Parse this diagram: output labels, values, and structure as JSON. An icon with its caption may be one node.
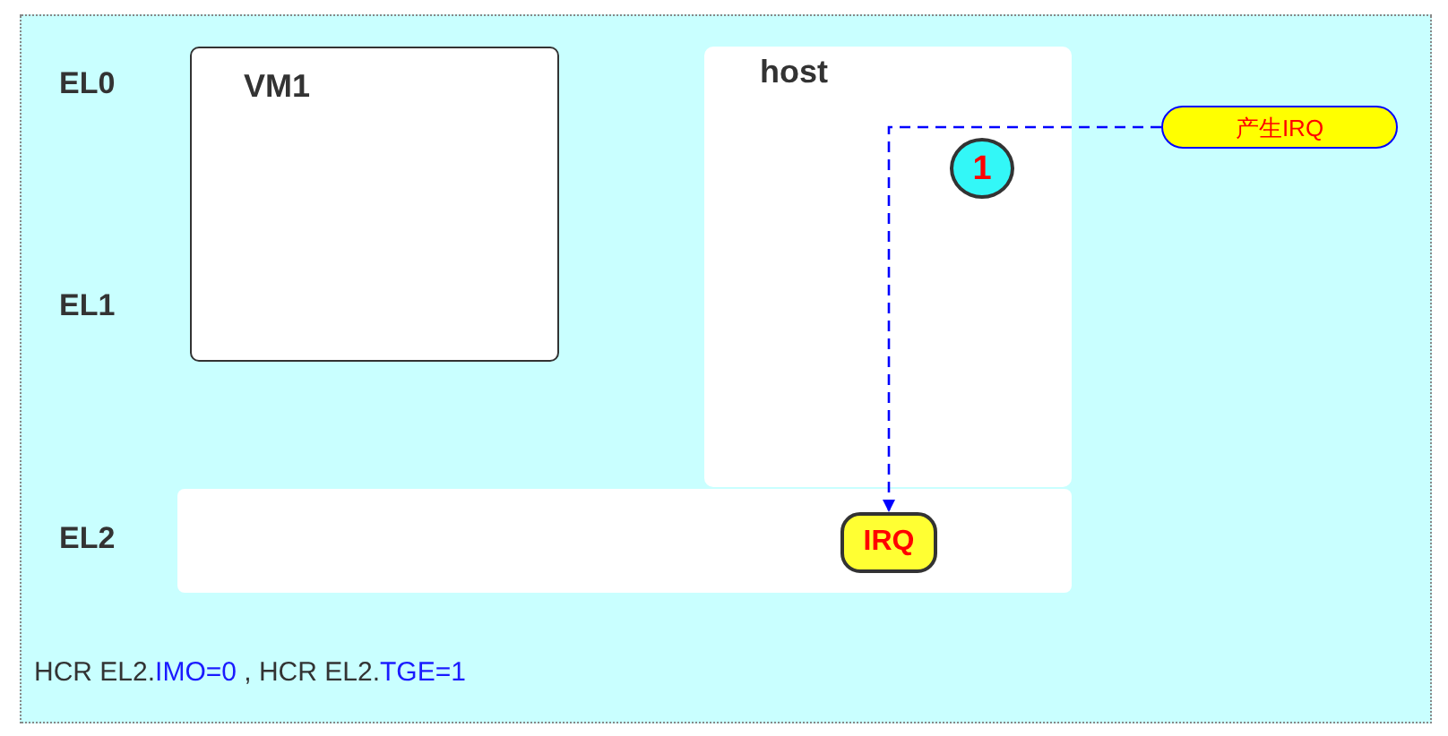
{
  "diagram": {
    "nodes": [
      {
        "text": [
          "VM1"
        ]
      },
      {
        "text": [
          "host"
        ]
      },
      {
        "text": [],
        "shape": "box"
      },
      {
        "text": [
          "1"
        ],
        "in": 1
      },
      {
        "text": [
          "产生IRQ"
        ]
      },
      {
        "text": [
          "IRQ"
        ],
        "in": 2
      }
    ],
    "edges": [
      {
        "from": 4,
        "to": 5,
        "arrow": "to",
        "style": "dashed",
        "color": "#0000ff"
      }
    ],
    "labels": [
      "EL0",
      "EL1",
      "EL2",
      "HCR EL2.IMO=0 , HCR EL2.TGE=1"
    ]
  }
}
